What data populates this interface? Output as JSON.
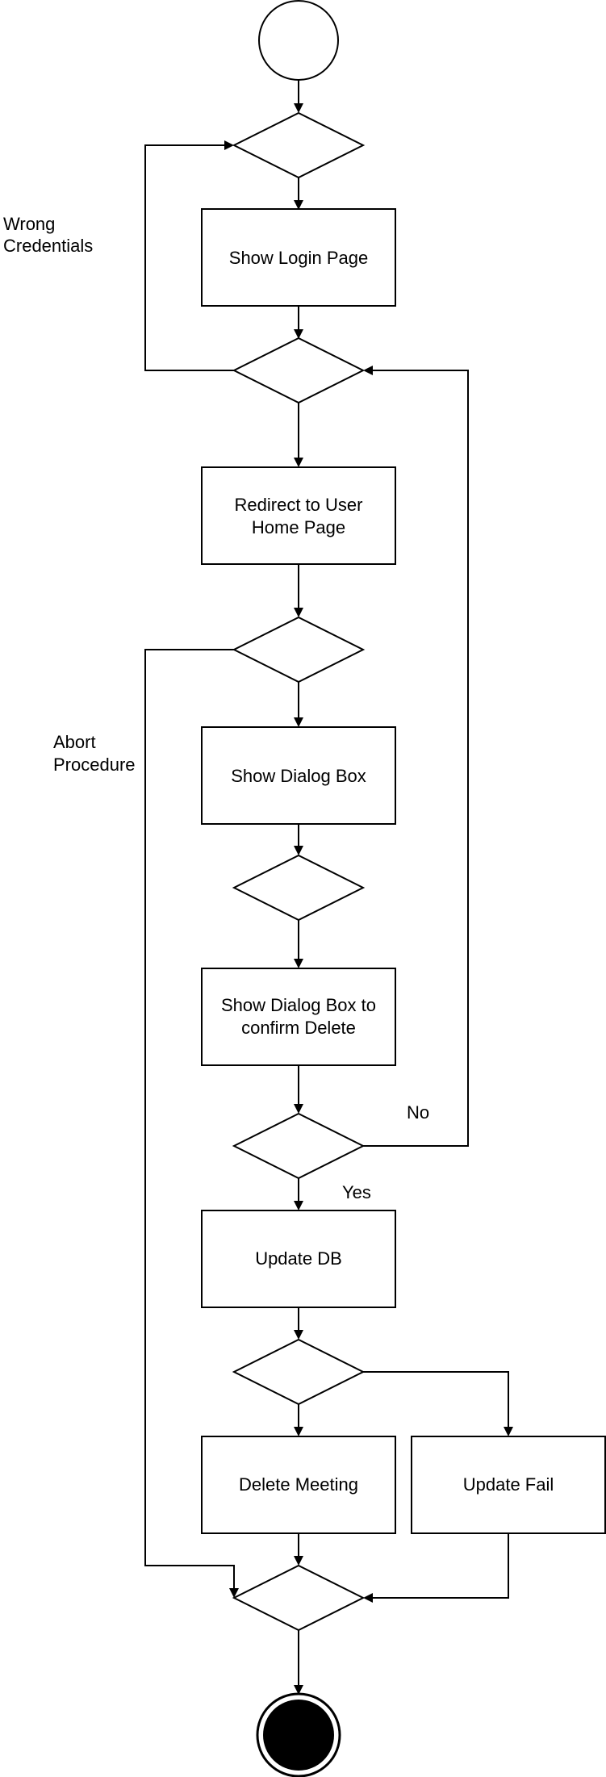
{
  "diagram": {
    "nodes": {
      "show_login_page": "Show Login Page",
      "redirect_home_line1": "Redirect to User",
      "redirect_home_line2": "Home Page",
      "show_dialog_box": "Show Dialog Box",
      "confirm_delete_line1": "Show Dialog Box to",
      "confirm_delete_line2": "confirm Delete",
      "update_db": "Update DB",
      "delete_meeting": "Delete Meeting",
      "update_fail": "Update Fail"
    },
    "edge_labels": {
      "wrong_credentials_line1": "Wrong",
      "wrong_credentials_line2": "Credentials",
      "abort_procedure_line1": "Abort",
      "abort_procedure_line2": "Procedure",
      "no": "No",
      "yes": "Yes"
    }
  }
}
